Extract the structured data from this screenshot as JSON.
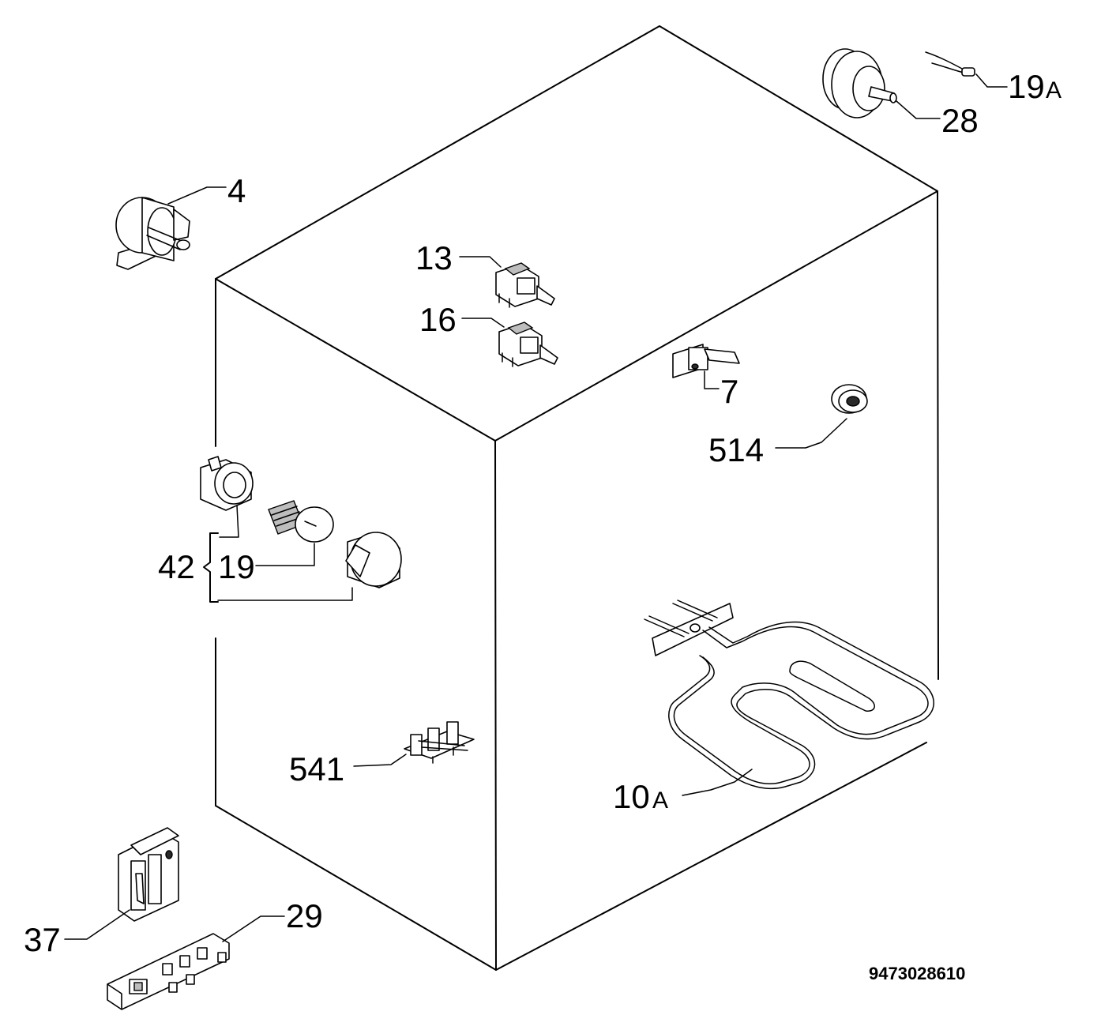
{
  "labels": {
    "l4": "4",
    "l13": "13",
    "l16": "16",
    "l7": "7",
    "l514": "514",
    "l19a_num": "19",
    "l19a_suffix": "A",
    "l28": "28",
    "l42": "42",
    "l19": "19",
    "l541": "541",
    "l10a_num": "10",
    "l10a_suffix": "A",
    "l37": "37",
    "l29": "29"
  },
  "diagram_code": "9473028610",
  "colors": {
    "line": "#000000",
    "background": "#ffffff",
    "shade": "#bdbdbd"
  }
}
